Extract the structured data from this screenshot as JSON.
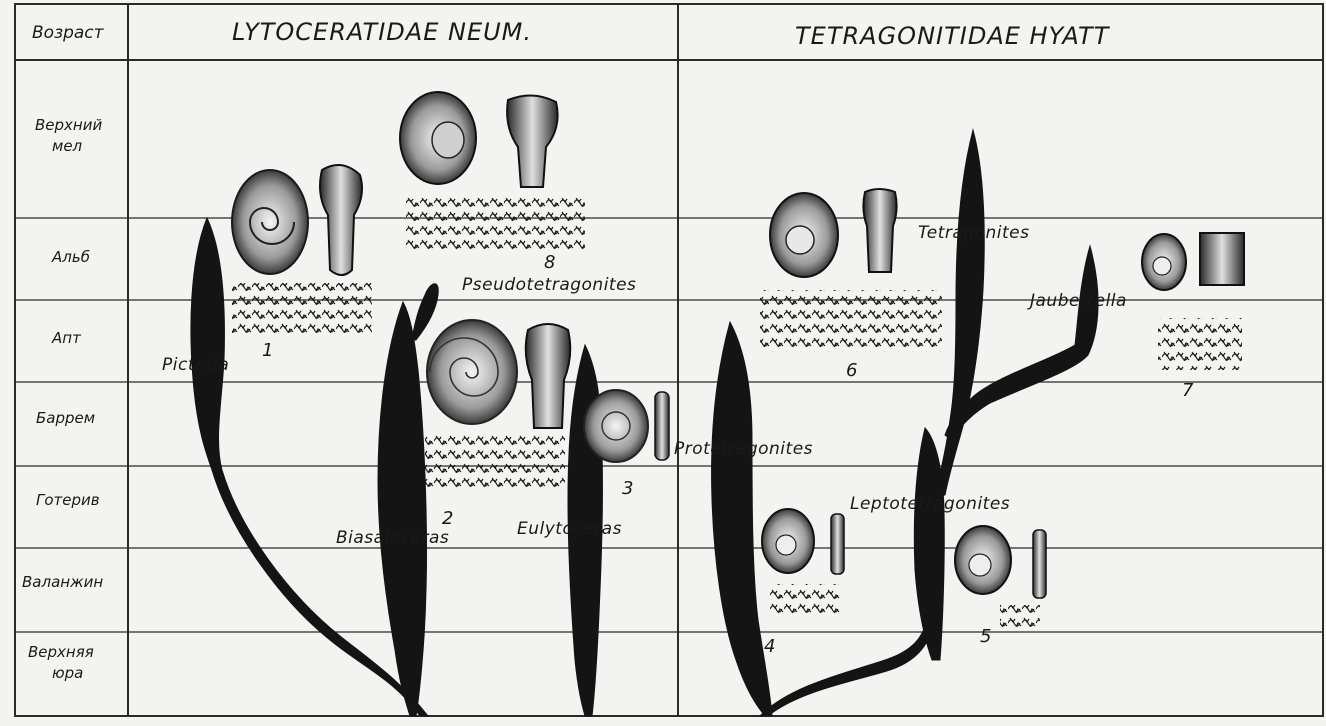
{
  "header": {
    "age_column": "Возраст",
    "family_left": "LYTOCERATIDAE NEUM.",
    "family_right": "TETRAGONITIDAE HYATT"
  },
  "stages": [
    {
      "line1": "Верхний",
      "line2": "мел"
    },
    {
      "line1": "Альб",
      "line2": ""
    },
    {
      "line1": "Апт",
      "line2": ""
    },
    {
      "line1": "Баррем",
      "line2": ""
    },
    {
      "line1": "Готерив",
      "line2": ""
    },
    {
      "line1": "Валанжин",
      "line2": ""
    },
    {
      "line1": "Верхняя",
      "line2": "юра"
    }
  ],
  "genera": {
    "pictetia": "Pictetia",
    "pseudotetragonites": "Pseudotetragonites",
    "biasaloceras": "Biasaloceras",
    "eulytoceras": "Eulytoceras",
    "protetragonites": "Protetragonites",
    "tetragonites": "Tetragonites",
    "jaubertella": "Jaubertella",
    "leptotetragonites": "Leptotetragonites"
  },
  "numbers": {
    "n1": "1",
    "n2": "2",
    "n3": "3",
    "n4": "4",
    "n5": "5",
    "n6": "6",
    "n7": "7",
    "n8": "8"
  },
  "colors": {
    "background": "#f3f3f1",
    "ink": "#141414",
    "grid": "#2a2a2a"
  }
}
